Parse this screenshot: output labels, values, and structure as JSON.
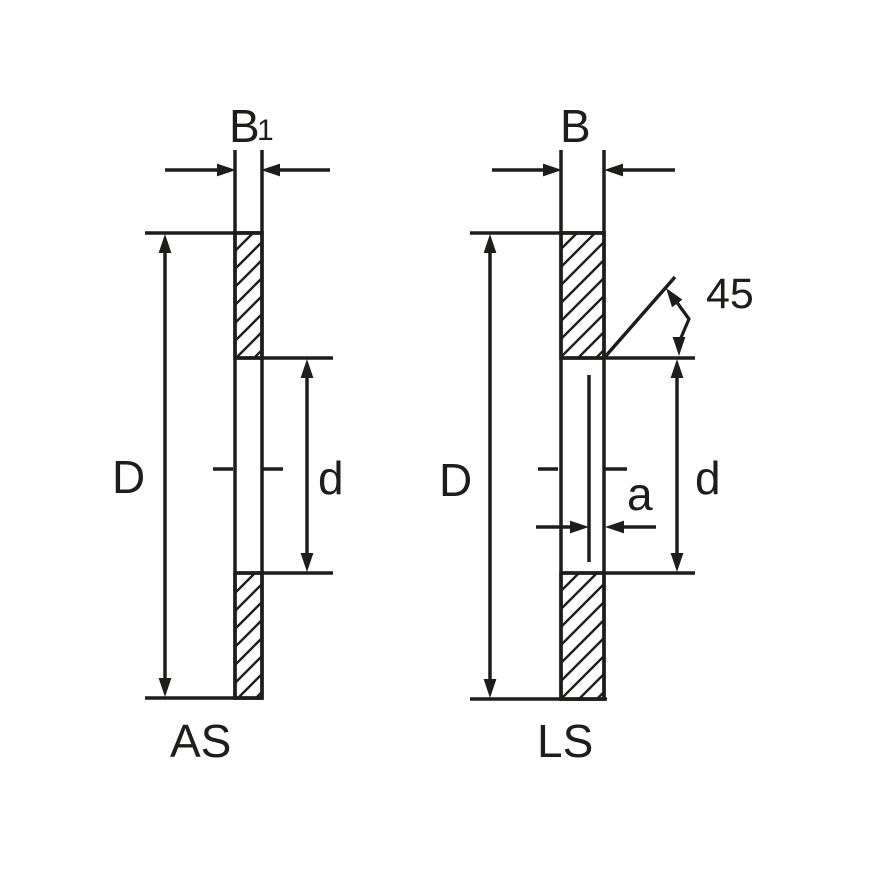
{
  "drawing": {
    "background": "#ffffff",
    "line_color": "#1d1d1b",
    "figures": [
      {
        "id": "as-washer",
        "caption": "AS",
        "dimensions": {
          "thickness": {
            "label": "B",
            "subscript": "1"
          },
          "outer_diameter": "D",
          "inner_diameter": "d"
        }
      },
      {
        "id": "ls-washer",
        "caption": "LS",
        "dimensions": {
          "thickness": {
            "label": "B"
          },
          "outer_diameter": "D",
          "inner_diameter": "d",
          "step_width": "a",
          "chamfer_angle": "45"
        }
      }
    ]
  }
}
